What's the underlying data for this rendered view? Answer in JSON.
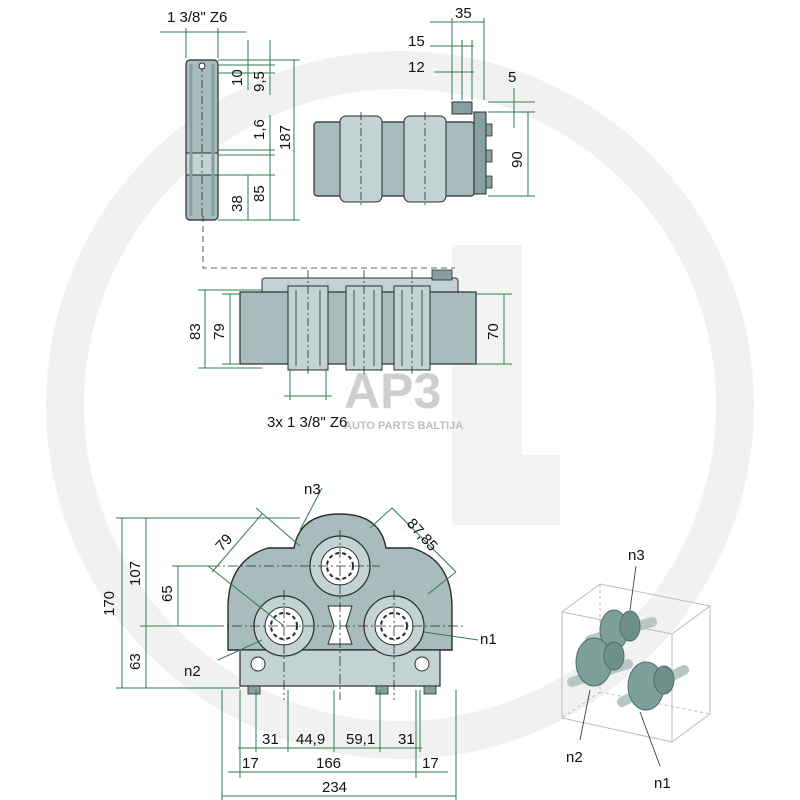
{
  "colors": {
    "part": "#a9bcbd",
    "part_dark": "#86a0a2",
    "part_light": "#c3d2d3",
    "dim_line": "#2e7d4f",
    "outline": "#2b2b2b",
    "watermark": "#efefef",
    "watermark_text": "#cfcfcf",
    "gear": "#7fa09a",
    "box_edge": "#bbbbbb"
  },
  "watermark": {
    "logo": "AP3",
    "tagline": "AUTO PARTS BALTIJA"
  },
  "shaft_view": {
    "spline_spec": "1 3/8\" Z6",
    "dims": [
      "10",
      "9,5",
      "1,6",
      "187",
      "38",
      "85"
    ]
  },
  "side_view": {
    "dims": [
      "35",
      "15",
      "12",
      "5",
      "90"
    ]
  },
  "top_view": {
    "spline_spec": "3x 1 3/8\" Z6",
    "dims": [
      "83",
      "79",
      "70"
    ]
  },
  "front_view": {
    "dims": {
      "total_height": "170",
      "upper_height": "107",
      "mid_height": "65",
      "lower_height": "63",
      "diag_left": "79",
      "diag_right": "87,85",
      "b31_left": "31",
      "b44_9": "44,9",
      "b59_1": "59,1",
      "b31_right": "31",
      "b17_left": "17",
      "b166": "166",
      "b17_right": "17",
      "b234": "234"
    },
    "labels": {
      "n1": "n1",
      "n2": "n2",
      "n3": "n3"
    }
  },
  "iso_view": {
    "labels": {
      "n1": "n1",
      "n2": "n2",
      "n3": "n3"
    }
  }
}
